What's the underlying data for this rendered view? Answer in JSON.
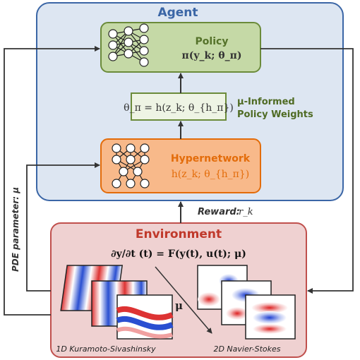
{
  "agent": {
    "title": "Agent",
    "policy": {
      "title": "Policy",
      "expr": "π(y_k; θ_π)"
    },
    "weights": {
      "expr": "θ_π = h(z_k; θ_{h_π})",
      "label_line1": "μ-Informed",
      "label_line2": "Policy Weights"
    },
    "hypernetwork": {
      "title": "Hypernetwork",
      "expr": "h(z_k; θ_{h_π})"
    }
  },
  "environment": {
    "title": "Environment",
    "equation": "∂y/∂t (t) = F(y(t), u(t); μ)",
    "left_caption": "1D Kuramoto-Sivashinsky",
    "right_caption": "2D Navier-Stokes",
    "mu_symbol": "μ"
  },
  "edges": {
    "reward_label": "Reward:",
    "reward_symbol": "r_k",
    "pde_label": "PDE parameter: μ"
  },
  "colors": {
    "agent_fill": "#dde6f2",
    "agent_stroke": "#3b66a6",
    "policy_fill": "#c5d9a6",
    "policy_stroke": "#6b8b3a",
    "hyper_fill": "#f8b98a",
    "hyper_stroke": "#e36c0a",
    "env_fill": "#efd1d1",
    "env_stroke": "#c0504d"
  }
}
